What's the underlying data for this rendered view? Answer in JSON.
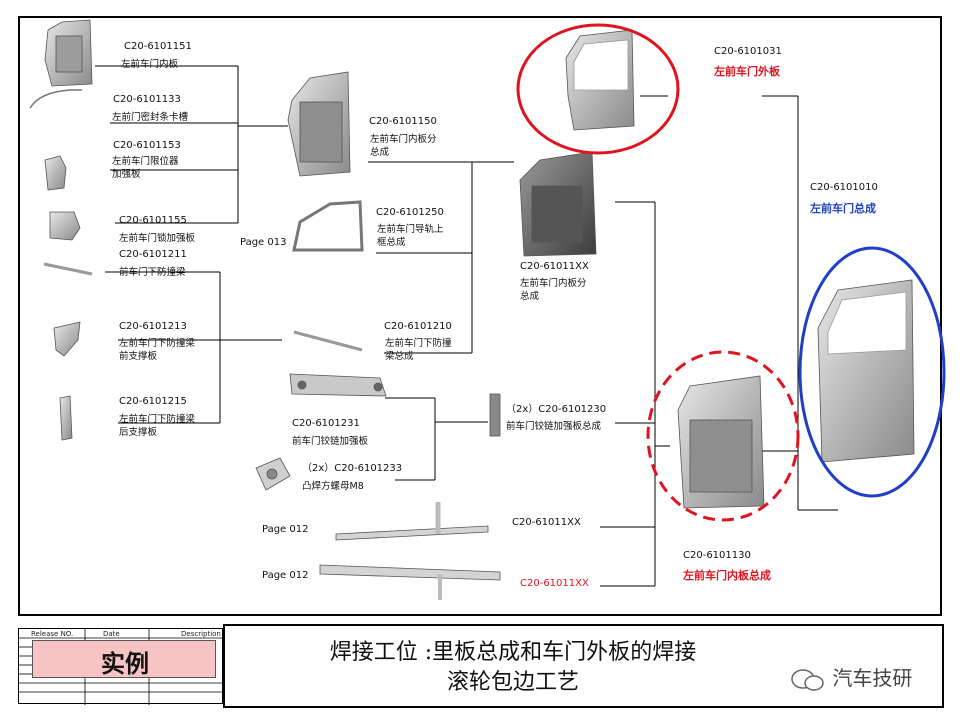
{
  "parts": {
    "p6101151": {
      "code": "C20-6101151",
      "name": "左前车门内板"
    },
    "p6101133": {
      "code": "C20-6101133",
      "name": "左前门密封条卡槽"
    },
    "p6101153": {
      "code": "C20-6101153",
      "name": "左前车门限位器\n加强板"
    },
    "p6101155": {
      "code": "C20-6101155",
      "name": "左前车门锁加强板"
    },
    "p6101211": {
      "code": "C20-6101211",
      "name": "前车门下防撞梁"
    },
    "p6101213": {
      "code": "C20-6101213",
      "name": "左前车门下防撞梁\n前支撑板"
    },
    "p6101215": {
      "code": "C20-6101215",
      "name": "左前车门下防撞梁\n后支撑板"
    },
    "p6101150": {
      "code": "C20-6101150",
      "name": "左前车门内板分\n总成"
    },
    "p6101250": {
      "code": "C20-6101250",
      "name": "左前车门导轨上\n框总成"
    },
    "p6101210": {
      "code": "C20-6101210",
      "name": "左前车门下防撞\n梁总成"
    },
    "p61011XX_a": {
      "code": "C20-61011XX",
      "name": "左前车门内板分\n总成"
    },
    "p6101231": {
      "code": "C20-6101231",
      "name": "前车门铰链加强板"
    },
    "p6101233": {
      "code": "（2x）C20-6101233",
      "name": "凸焊方螺母M8"
    },
    "p6101230": {
      "code": "（2x）C20-6101230",
      "name": "前车门铰链加强板总成"
    },
    "p61011XX_b": {
      "code": "C20-61011XX"
    },
    "p61011XX_c": {
      "code": "C20-61011XX"
    },
    "p6101031": {
      "code": "C20-6101031",
      "name": "左前车门外板"
    },
    "p6101010": {
      "code": "C20-6101010",
      "name": "左前车门总成"
    },
    "p6101130": {
      "code": "C20-6101130",
      "name": "左前车门内板总成"
    }
  },
  "page_refs": {
    "page013": "Page 013",
    "page012a": "Page 012",
    "page012b": "Page 012"
  },
  "title_block": {
    "headers": {
      "release": "Release  NO.",
      "date": "Date",
      "description": "Description"
    },
    "example": "实例",
    "title_line1": "焊接工位 :里板总成和车门外板的焊接",
    "title_line2": "滚轮包边工艺",
    "watermark": "汽车技研"
  },
  "colors": {
    "red": "#e0141e",
    "blue": "#1f3fc9",
    "example_bg": "#f6c4c4"
  }
}
